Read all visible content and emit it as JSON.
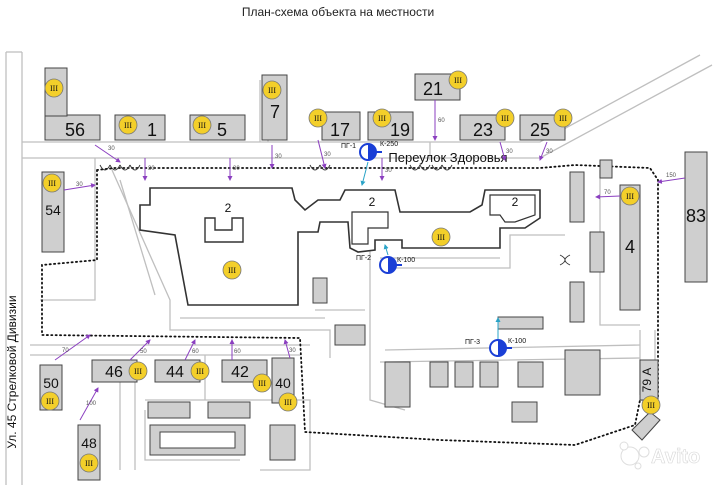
{
  "title": "План-схема объекта на местности",
  "streets": {
    "lane": "Переулок Здоровья",
    "avenue": "Ул. 45 Стрелковой Дивизии"
  },
  "legend_badge": "III",
  "buildings": {
    "b56": "56",
    "b1": "1",
    "b5": "5",
    "b7": "7",
    "b17": "17",
    "b19": "19",
    "b21": "21",
    "b23": "23",
    "b25": "25",
    "b54": "54",
    "b83": "83",
    "b4": "4",
    "b46": "46",
    "b44": "44",
    "b42": "42",
    "b40": "40",
    "b50": "50",
    "b48": "48",
    "b79a": "79 А",
    "main_a": "2",
    "main_b": "2",
    "main_c": "2"
  },
  "hydrants": [
    {
      "id": "ПГ-1",
      "pipe": "К-250"
    },
    {
      "id": "ПГ-2",
      "pipe": "К-100"
    },
    {
      "id": "ПГ-3",
      "pipe": "К-100"
    }
  ],
  "distances": {
    "d30": "30",
    "d60": "60",
    "d70": "70",
    "d150": "150",
    "d50": "50",
    "d100": "100"
  },
  "watermark": "Avito",
  "colors": {
    "building_fill": "#cfcfcf",
    "building_stroke": "#444444",
    "road_stroke": "#bfbfbf",
    "badge_fill": "#f3cf2a",
    "hydrant_blue": "#1a3fd6",
    "arrow_purple": "#8b3fc0",
    "hose_cyan": "#29a3c7"
  }
}
